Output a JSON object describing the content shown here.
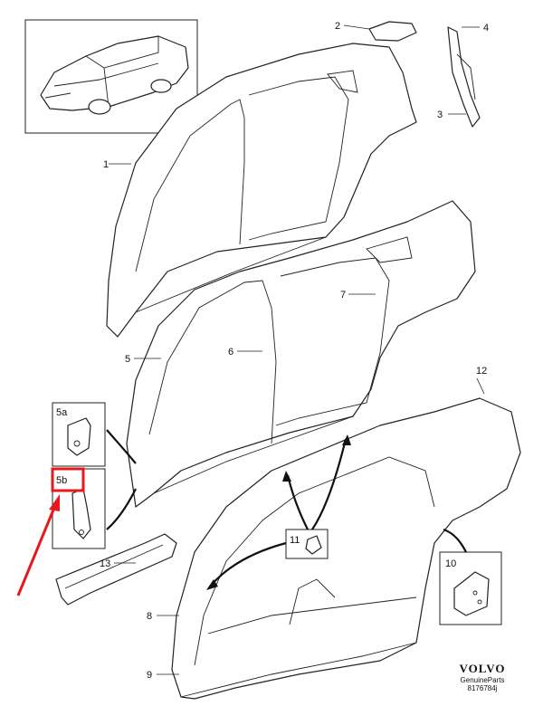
{
  "callouts": [
    {
      "id": "1",
      "text": "1"
    },
    {
      "id": "2",
      "text": "2"
    },
    {
      "id": "3",
      "text": "3"
    },
    {
      "id": "4",
      "text": "4"
    },
    {
      "id": "5",
      "text": "5"
    },
    {
      "id": "5a",
      "text": "5a"
    },
    {
      "id": "5b",
      "text": "5b"
    },
    {
      "id": "6",
      "text": "6"
    },
    {
      "id": "7",
      "text": "7"
    },
    {
      "id": "8",
      "text": "8"
    },
    {
      "id": "9",
      "text": "9"
    },
    {
      "id": "10",
      "text": "10"
    },
    {
      "id": "11",
      "text": "11"
    },
    {
      "id": "12",
      "text": "12"
    },
    {
      "id": "13",
      "text": "13"
    }
  ],
  "brand": {
    "logo": "VOLVO",
    "subtitle": "GenuineParts",
    "code": "8176784j"
  },
  "colors": {
    "highlight": "#e8191e",
    "line": "#222222"
  }
}
